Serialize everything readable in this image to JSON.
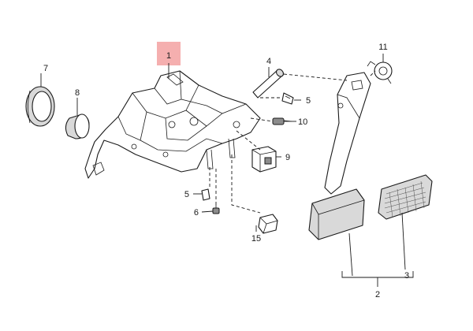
{
  "colors": {
    "highlight": "#f4a6a6",
    "line": "#1a1a1a",
    "pad_fill": "#d9d9d9"
  },
  "callouts": {
    "c1": "1",
    "c2": "2",
    "c3": "3",
    "c4": "4",
    "c5a": "5",
    "c5b": "5",
    "c6": "6",
    "c7": "7",
    "c8": "8",
    "c9": "9",
    "c10": "10",
    "c11": "11",
    "c15": "15"
  }
}
